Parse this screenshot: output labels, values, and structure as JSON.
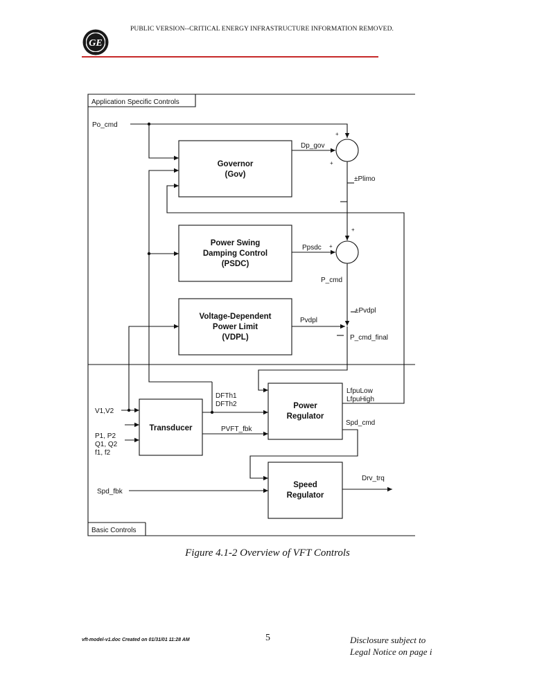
{
  "header": {
    "banner": "PUBLIC VERSION--CRITICAL ENERGY INFRASTRUCTURE INFORMATION REMOVED.",
    "logo_text": "GE",
    "accent_color": "#c62828"
  },
  "diagram": {
    "app_section_label": "Application Specific Controls",
    "basic_section_label": "Basic Controls",
    "inputs": {
      "po_cmd": "Po_cmd",
      "v1v2": "V1,V2",
      "p1p2": "P1, P2",
      "q1q2": "Q1, Q2",
      "f1f2": "f1, f2",
      "spd_fbk": "Spd_fbk"
    },
    "blocks": {
      "governor": [
        "Governor",
        "(Gov)"
      ],
      "psdc": [
        "Power Swing",
        "Damping Control",
        "(PSDC)"
      ],
      "vdpl": [
        "Voltage-Dependent",
        "Power Limit",
        "(VDPL)"
      ],
      "transducer": [
        "Transducer"
      ],
      "power_regulator": [
        "Power",
        "Regulator"
      ],
      "speed_regulator": [
        "Speed",
        "Regulator"
      ]
    },
    "signals": {
      "dp_gov": "Dp_gov",
      "plimo": "±Plimo",
      "ppsdc": "Ppsdc",
      "p_cmd": "P_cmd",
      "pvdpl": "Pvdpl",
      "pvdpl_limit": "±Pvdpl",
      "p_cmd_final": "P_cmd_final",
      "dfth1": "DFTh1",
      "dfth2": "DFTh2",
      "pvft_fbk": "PVFT_fbk",
      "lfpulow": "LfpuLow",
      "lfpuhigh": "LfpuHigh",
      "spd_cmd": "Spd_cmd",
      "drv_trq": "Drv_trq"
    },
    "summing_signs": {
      "j1_top": "+",
      "j1_left": "+",
      "j2_top": "+",
      "j2_left": "+"
    }
  },
  "caption": "Figure 4.1-2 Overview of VFT Controls",
  "footer": {
    "file_info": "vft-model-v1.doc Created on 01/31/01 11:28 AM",
    "page_number": "5",
    "disclosure_line1": "Disclosure subject to",
    "disclosure_line2": "Legal Notice on page i"
  }
}
